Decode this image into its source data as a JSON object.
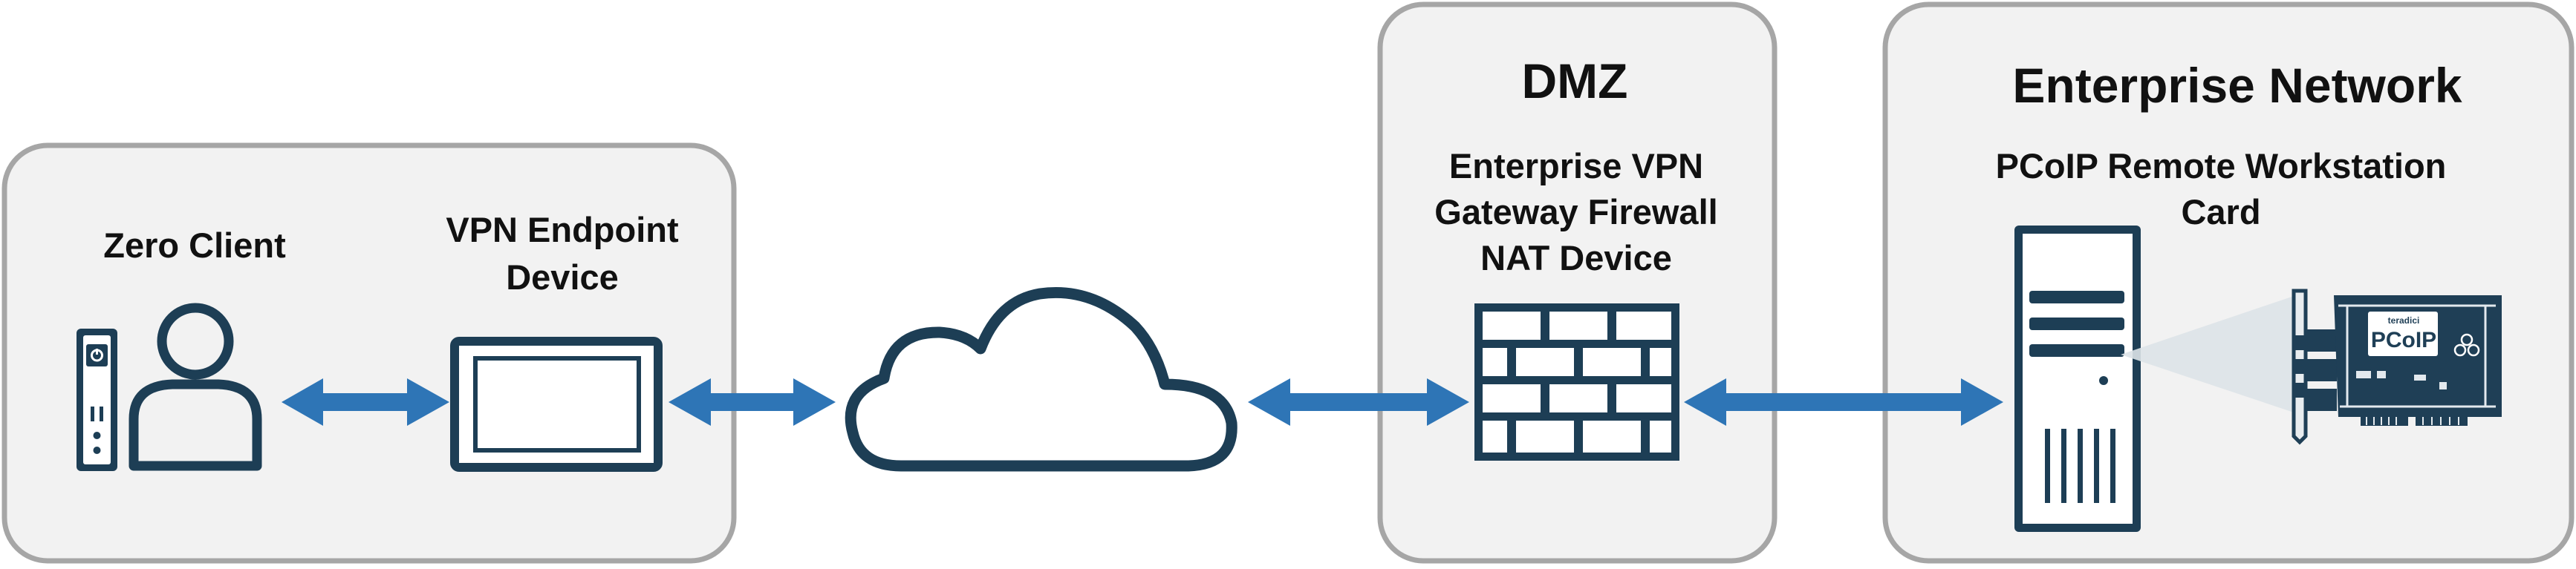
{
  "colors": {
    "panel_fill": "#f2f2f2",
    "panel_border": "#a6a6a6",
    "device_stroke": "#1d3e55",
    "arrow": "#2e75b6",
    "card_board": "#1f3f56",
    "card_highlight": "#dde3e8"
  },
  "zones": {
    "client": {
      "zero_client_label": "Zero Client",
      "vpn_endpoint_label": [
        "VPN Endpoint",
        "Device"
      ]
    },
    "dmz": {
      "title": "DMZ",
      "subtitle": [
        "Enterprise VPN",
        "Gateway Firewall",
        "NAT Device"
      ]
    },
    "enterprise": {
      "title": "Enterprise Network",
      "subtitle": [
        "PCoIP Remote Workstation",
        "Card"
      ]
    }
  },
  "card_brand": {
    "small": "teradici",
    "large": "PCoIP"
  },
  "icons": [
    "zero-client-tower-icon",
    "user-icon",
    "vpn-endpoint-device-icon",
    "cloud-internet-icon",
    "firewall-brick-wall-icon",
    "workstation-tower-icon",
    "pcoip-card-icon"
  ],
  "connections": [
    {
      "from": "zero-client",
      "to": "vpn-endpoint-device",
      "direction": "bidirectional"
    },
    {
      "from": "vpn-endpoint-device",
      "to": "internet",
      "direction": "bidirectional"
    },
    {
      "from": "internet",
      "to": "vpn-gateway-firewall",
      "direction": "bidirectional"
    },
    {
      "from": "vpn-gateway-firewall",
      "to": "remote-workstation",
      "direction": "bidirectional"
    }
  ]
}
